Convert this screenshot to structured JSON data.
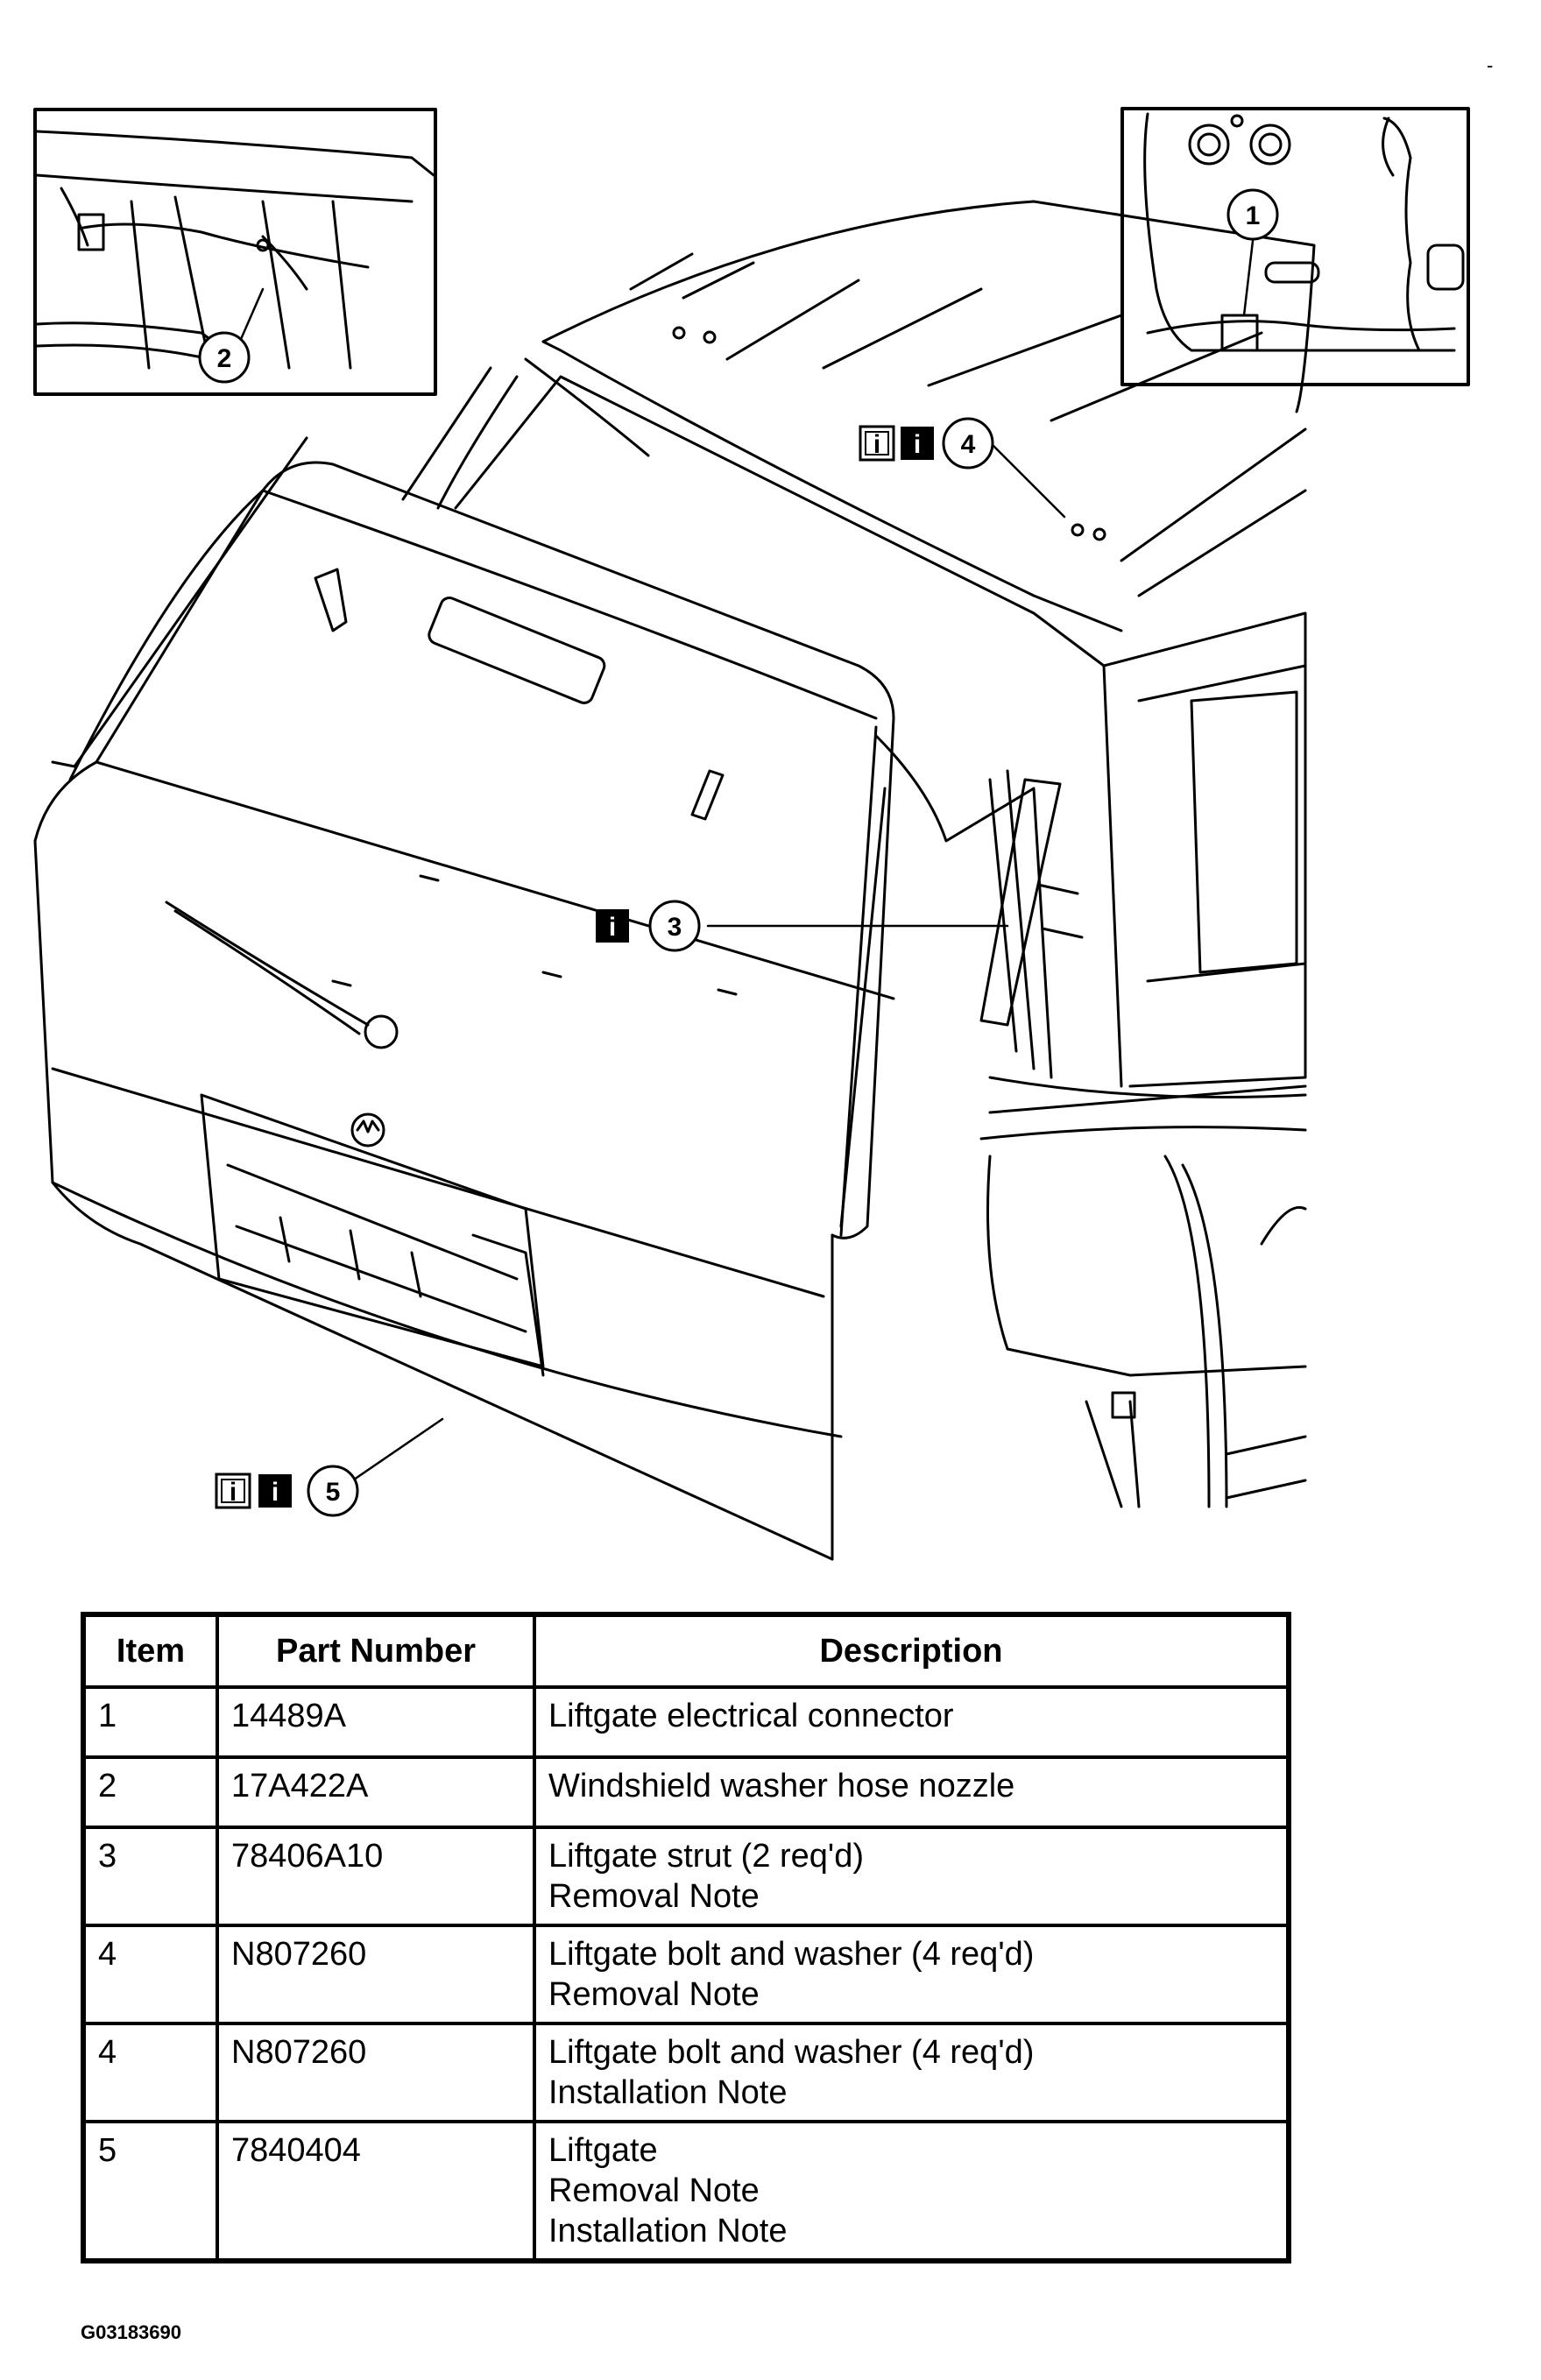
{
  "corner_mark": "-",
  "callouts": {
    "c1": "1",
    "c2": "2",
    "c3": "3",
    "c4": "4",
    "c5": "5",
    "info": "i"
  },
  "table": {
    "headers": {
      "item": "Item",
      "part": "Part Number",
      "desc": "Description"
    },
    "rows": [
      {
        "item": "1",
        "part": "14489A",
        "desc": [
          "Liftgate electrical connector"
        ]
      },
      {
        "item": "2",
        "part": "17A422A",
        "desc": [
          "Windshield washer hose nozzle"
        ]
      },
      {
        "item": "3",
        "part": "78406A10",
        "desc": [
          "Liftgate strut (2 req'd)",
          "Removal Note"
        ]
      },
      {
        "item": "4",
        "part": "N807260",
        "desc": [
          "Liftgate bolt and washer (4 req'd)",
          "Removal Note"
        ]
      },
      {
        "item": "4",
        "part": "N807260",
        "desc": [
          "Liftgate bolt and washer (4 req'd)",
          "Installation Note"
        ]
      },
      {
        "item": "5",
        "part": "7840404",
        "desc": [
          "Liftgate",
          "Removal Note",
          "Installation Note"
        ]
      }
    ]
  },
  "footer_code": "G03183690"
}
